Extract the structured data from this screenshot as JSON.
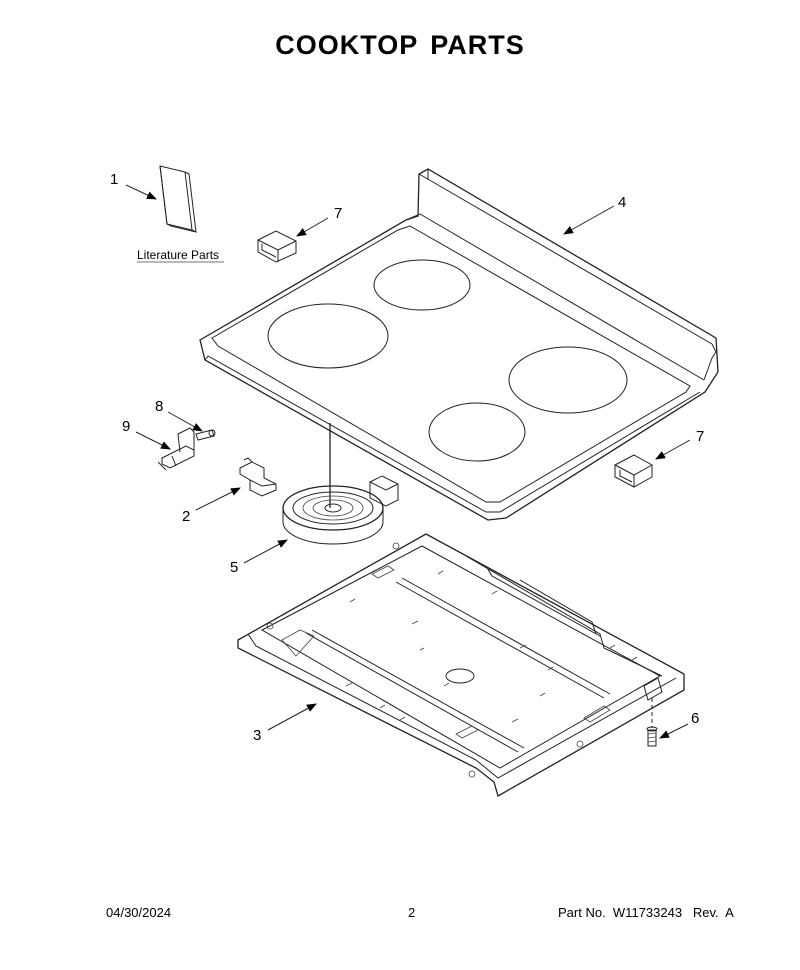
{
  "title": "COOKTOP PARTS",
  "literature_label": "Literature Parts",
  "callouts": [
    {
      "id": "1",
      "label": "1"
    },
    {
      "id": "2",
      "label": "2"
    },
    {
      "id": "3",
      "label": "3"
    },
    {
      "id": "4",
      "label": "4"
    },
    {
      "id": "5",
      "label": "5"
    },
    {
      "id": "6",
      "label": "6"
    },
    {
      "id": "7a",
      "label": "7"
    },
    {
      "id": "7b",
      "label": "7"
    },
    {
      "id": "8",
      "label": "8"
    },
    {
      "id": "9",
      "label": "9"
    }
  ],
  "footer": {
    "date": "04/30/2024",
    "page": "2",
    "part_number": "Part No.  W11733243   Rev.  A"
  }
}
